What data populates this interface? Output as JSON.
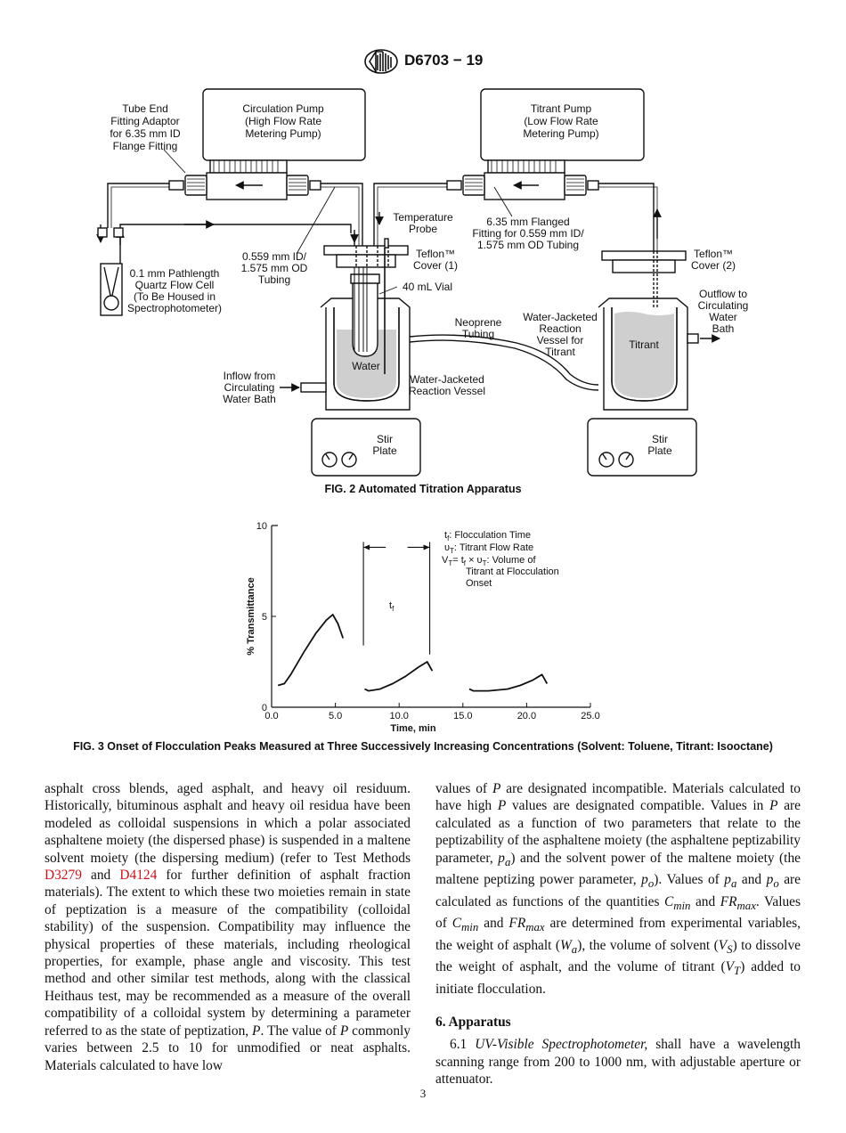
{
  "header": {
    "designation": "D6703 − 19"
  },
  "figure2": {
    "caption": "FIG. 2 Automated Titration Apparatus",
    "labels": {
      "tube_end": [
        "Tube End",
        "Fitting Adaptor",
        "for 6.35 mm ID",
        "Flange Fitting"
      ],
      "circ_pump": [
        "Circulation Pump",
        "(High Flow Rate",
        "Metering Pump)"
      ],
      "titrant_pump": [
        "Titrant Pump",
        "(Low Flow Rate",
        "Metering Pump)"
      ],
      "temp_probe": [
        "Temperature",
        "Probe"
      ],
      "flanged_fitting": [
        "6.35 mm Flanged",
        "Fitting for 0.559 mm ID/",
        "1.575 mm OD Tubing"
      ],
      "tubing": [
        "0.559 mm ID/",
        "1.575 mm OD",
        "Tubing"
      ],
      "teflon1": [
        "Teflon™",
        "Cover (1)"
      ],
      "teflon2": [
        "Teflon™",
        "Cover (2)"
      ],
      "flow_cell": [
        "0.1 mm Pathlength",
        "Quartz Flow Cell",
        "(To Be Housed in",
        "Spectrophotometer)"
      ],
      "vial": "40 mL Vial",
      "neoprene": [
        "Neoprene",
        "Tubing"
      ],
      "wj_titrant": [
        "Water-Jacketed",
        "Reaction",
        "Vessel for",
        "Titrant"
      ],
      "outflow": [
        "Outflow to",
        "Circulating",
        "Water",
        "Bath"
      ],
      "water": "Water",
      "titrant": "Titrant",
      "inflow": [
        "Inflow from",
        "Circulating",
        "Water Bath"
      ],
      "wj_vessel": [
        "Water-Jacketed",
        "Reaction Vessel"
      ],
      "stir": [
        "Stir",
        "Plate"
      ]
    }
  },
  "figure3": {
    "caption": "FIG. 3 Onset of Flocculation Peaks Measured at Three Successively Increasing Concentrations (Solvent: Toluene, Titrant: Isooctane)",
    "legend": {
      "l1": {
        "sym": "t",
        "sub": "f",
        "text": ":   Flocculation Time"
      },
      "l2": {
        "sym": "υ",
        "sub": "T",
        "text": ":   Titrant Flow Rate"
      },
      "l3a": "= t",
      "l3b": " × υ",
      "l3c": ": Volume of",
      "l4": "Titrant at Flocculation",
      "l5": "Onset",
      "V": "V",
      "T": "T",
      "f": "f"
    },
    "tf_sym": "t",
    "tf_sub": "f"
  },
  "chart_data": {
    "type": "line",
    "title": "",
    "xlabel": "Time, min",
    "ylabel": "% Transmittance",
    "xlim": [
      0,
      25
    ],
    "ylim": [
      0,
      10
    ],
    "x_ticks": [
      "0.0",
      "5.0",
      "10.0",
      "15.0",
      "20.0",
      "25.0"
    ],
    "y_ticks": [
      "0",
      "5",
      "10"
    ],
    "series": [
      {
        "x": [
          0.5,
          1.0,
          1.5,
          2.5,
          3.5,
          4.3,
          4.8,
          5.2,
          5.6
        ],
        "y": [
          1.2,
          1.3,
          1.8,
          3.0,
          4.1,
          4.8,
          5.1,
          4.6,
          3.8
        ]
      },
      {
        "x": [
          7.3,
          7.6,
          8.5,
          9.5,
          10.5,
          11.5,
          12.2,
          12.6
        ],
        "y": [
          1.0,
          0.9,
          1.0,
          1.3,
          1.7,
          2.2,
          2.5,
          2.0
        ]
      },
      {
        "x": [
          15.5,
          15.8,
          17.0,
          18.5,
          19.5,
          20.5,
          21.2,
          21.6
        ],
        "y": [
          1.0,
          0.9,
          0.9,
          1.0,
          1.2,
          1.5,
          1.8,
          1.3
        ]
      }
    ],
    "annotation": {
      "label": "tf",
      "x_start": 7.2,
      "x_end": 12.4
    }
  },
  "body": {
    "left": {
      "p1_a": "asphalt cross blends, aged asphalt, and heavy oil residuum. Historically, bituminous asphalt and heavy oil residua have been modeled as colloidal suspensions in which a polar associated asphaltene moiety (the dispersed phase) is suspended in a maltene solvent moiety (the dispersing medium) (refer to Test Methods ",
      "ref1": "D3279",
      "and": " and ",
      "ref2": "D4124",
      "p1_b": " for further definition of asphalt fraction materials). The extent to which these two moieties remain in state of peptization is a measure of the compatibility (colloidal stability) of the suspension. Compatibility may influence the physical properties of these materials, including rheological properties, for example, phase angle and viscosity. This test method and other similar test methods, along with the classical Heithaus test, may be recommended as a measure of the overall compatibility of a colloidal system by determining a parameter referred to as the state of peptization, ",
      "P1": "P",
      "p1_c": ". The value of ",
      "P2": "P",
      "p1_d": " commonly varies between 2.5 to 10 for unmodified or neat asphalts. Materials calculated to have low"
    },
    "right": {
      "r1": "values of ",
      "P3": "P",
      "r2": " are designated incompatible. Materials calculated to have high ",
      "P4": "P",
      "r3": " values are designated compatible. Values in ",
      "P5": "P",
      "r4": " are calculated as a function of two parameters that relate to the peptizability of the asphaltene moiety (the asphaltene peptizability parameter, ",
      "pa1": "p",
      "pa1s": "a",
      "r5": ") and the solvent power of the maltene moiety (the maltene peptizing power parameter, ",
      "po1": "p",
      "po1s": "o",
      "r6": "). Values of ",
      "pa2": "p",
      "pa2s": "a",
      "r7": " and ",
      "po2": "p",
      "po2s": "o",
      "r8": " are calculated as functions of the quantities ",
      "C1": "C",
      "C1s": "min",
      "r9": " and ",
      "FR1": "FR",
      "FR1s": "max",
      "r10": ". Values of ",
      "C2": "C",
      "C2s": "min",
      "r11": " and ",
      "FR2": "FR",
      "FR2s": "max",
      "r12": " are determined from experimental variables, the weight of asphalt (",
      "W": "W",
      "Ws": "a",
      "r13": "), the volume of solvent (",
      "V1": "V",
      "V1s": "S",
      "r14": ") to dissolve the weight of asphalt, and the volume of titrant (",
      "V2": "V",
      "V2s": "T",
      "r15": ") added to initiate flocculation.",
      "sec_title": "6. Apparatus",
      "s1_num": "6.1 ",
      "s1_em": "UV-Visible Spectrophotometer,",
      "s1_text": " shall have a wavelength scanning range from 200 to 1000 nm, with adjustable aperture or attenuator."
    }
  },
  "page_number": "3"
}
